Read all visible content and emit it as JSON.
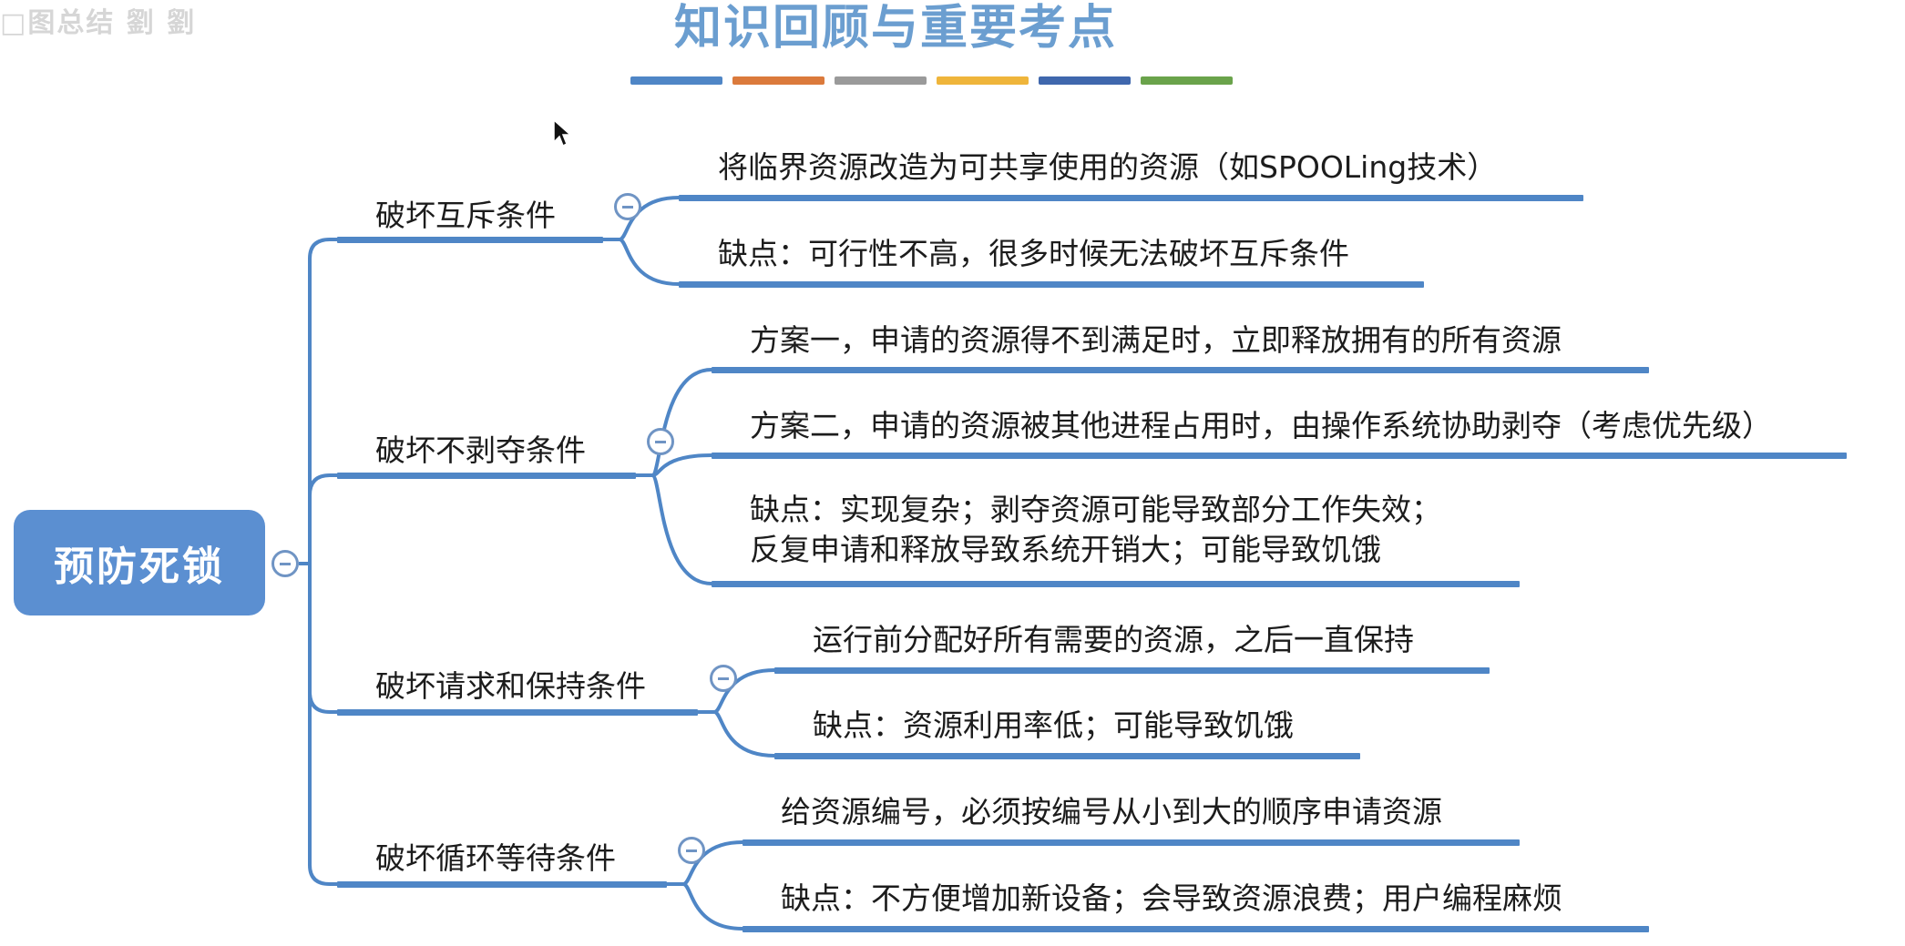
{
  "header": {
    "watermark": "□图总结 劉 劉",
    "title": "知识回顾与重要考点",
    "color_bars": [
      "#4f86c6",
      "#db7a3c",
      "#9a9a9a",
      "#efb53b",
      "#3f67ad",
      "#6aa34b"
    ]
  },
  "mindmap": {
    "root": "预防死锁",
    "branches": [
      {
        "label": "破坏互斥条件",
        "leaves": [
          [
            "将临界资源改造为可共享使用的资源（如SPOOLing技术）"
          ],
          [
            "缺点：可行性不高，很多时候无法破坏互斥条件"
          ]
        ]
      },
      {
        "label": "破坏不剥夺条件",
        "leaves": [
          [
            "方案一，申请的资源得不到满足时，立即释放拥有的所有资源"
          ],
          [
            "方案二，申请的资源被其他进程占用时，由操作系统协助剥夺（考虑优先级）"
          ],
          [
            "缺点：实现复杂；剥夺资源可能导致部分工作失效；",
            "反复申请和释放导致系统开销大；可能导致饥饿"
          ]
        ]
      },
      {
        "label": "破坏请求和保持条件",
        "leaves": [
          [
            "运行前分配好所有需要的资源，之后一直保持"
          ],
          [
            "缺点：资源利用率低；可能导致饥饿"
          ]
        ]
      },
      {
        "label": "破坏循环等待条件",
        "leaves": [
          [
            "给资源编号，必须按编号从小到大的顺序申请资源"
          ],
          [
            "缺点：不方便增加新设备；会导致资源浪费；用户编程麻烦"
          ]
        ]
      }
    ]
  }
}
